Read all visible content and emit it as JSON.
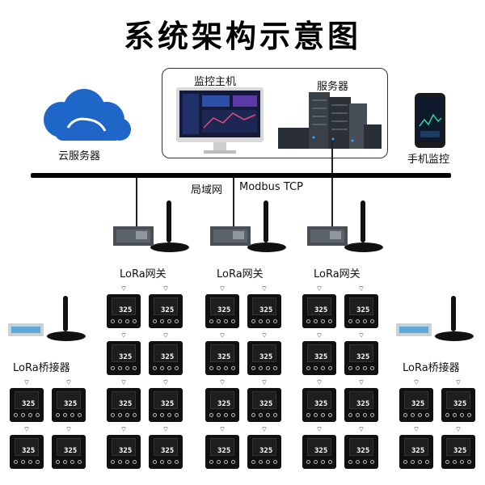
{
  "title": "系统架构示意图",
  "nodes": {
    "cloud_label": "云服务器",
    "host_label": "监控主机",
    "server_label": "服务器",
    "phone_label": "手机监控",
    "lan_label": "局域网",
    "protocol_label": "Modbus TCP",
    "gateways": [
      "LoRa网关",
      "LoRa网关",
      "LoRa网关"
    ],
    "bridges": [
      "LoRa桥接器",
      "LoRa桥接器"
    ]
  },
  "device": {
    "display_value": "325"
  },
  "colors": {
    "cloud": "#1f66c9",
    "bus": "#000000",
    "device": "#111111"
  }
}
